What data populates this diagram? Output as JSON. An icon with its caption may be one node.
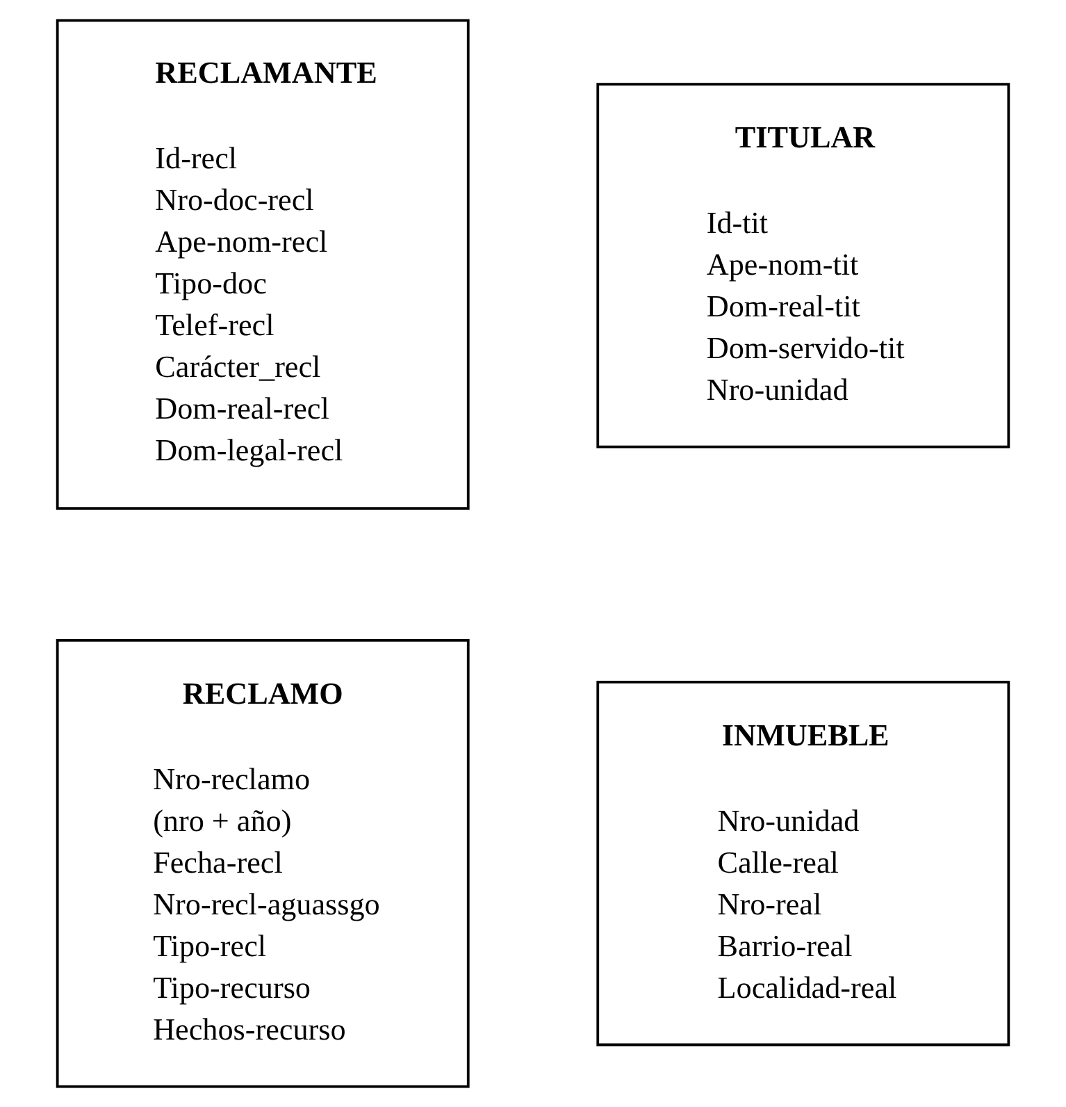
{
  "diagram": {
    "nodes": [
      {
        "text": [
          "RECLAMO",
          "Nro-reclamo",
          "(nro + año)",
          "Fecha-recl",
          "Nro-recl-aguassgo",
          "Tipo-recl",
          "Tipo-recurso",
          "Hechos-recurso"
        ]
      },
      {
        "text": [
          "RECLAMANTE",
          "Id-recl",
          "Nro-doc-recl",
          "Ape-nom-recl",
          "Tipo-doc",
          "Telef-recl",
          "Carácter_recl",
          "Dom-real-recl",
          "Dom-legal-recl"
        ]
      },
      {
        "text": [
          "TITULAR",
          "Id-tit",
          "Ape-nom-tit",
          "Dom-real-tit",
          "Dom-servido-tit",
          "Nro-unidad"
        ]
      },
      {
        "text": [
          "INMUEBLE",
          "Nro-unidad",
          "Calle-real",
          "Nro-real",
          "Barrio-real",
          "Localidad-real"
        ]
      }
    ],
    "edges": []
  }
}
